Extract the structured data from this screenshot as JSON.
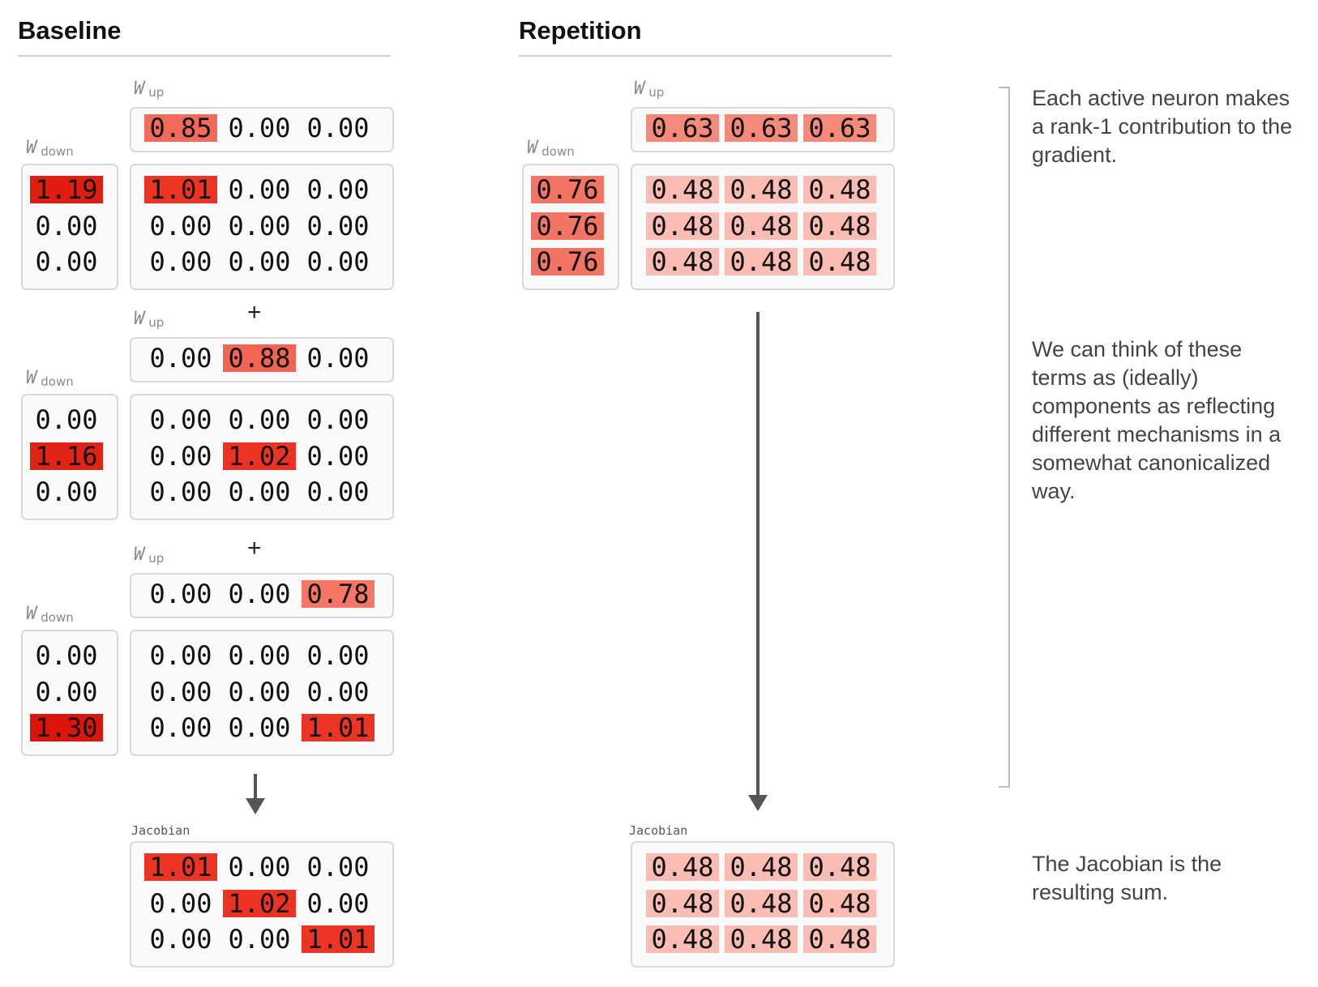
{
  "baseline": {
    "title": "Baseline",
    "terms": [
      {
        "w_up": [
          "0.85",
          "0.00",
          "0.00"
        ],
        "w_up_colors": [
          "#f26a5a",
          "",
          ""
        ],
        "w_down": [
          "1.19",
          "0.00",
          "0.00"
        ],
        "w_down_colors": [
          "#dd1e10",
          "",
          ""
        ],
        "product": [
          [
            "1.01",
            "0.00",
            "0.00"
          ],
          [
            "0.00",
            "0.00",
            "0.00"
          ],
          [
            "0.00",
            "0.00",
            "0.00"
          ]
        ],
        "product_colors": [
          [
            "#ec3424",
            "",
            ""
          ],
          [
            "",
            "",
            ""
          ],
          [
            "",
            "",
            ""
          ]
        ]
      },
      {
        "w_up": [
          "0.00",
          "0.88",
          "0.00"
        ],
        "w_up_colors": [
          "",
          "#f26454",
          ""
        ],
        "w_down": [
          "0.00",
          "1.16",
          "0.00"
        ],
        "w_down_colors": [
          "",
          "#df2314",
          ""
        ],
        "product": [
          [
            "0.00",
            "0.00",
            "0.00"
          ],
          [
            "0.00",
            "1.02",
            "0.00"
          ],
          [
            "0.00",
            "0.00",
            "0.00"
          ]
        ],
        "product_colors": [
          [
            "",
            "",
            ""
          ],
          [
            "",
            "#ec3223",
            ""
          ],
          [
            "",
            "",
            ""
          ]
        ]
      },
      {
        "w_up": [
          "0.00",
          "0.00",
          "0.78"
        ],
        "w_up_colors": [
          "",
          "",
          "#f47663"
        ],
        "w_down": [
          "0.00",
          "0.00",
          "1.30"
        ],
        "w_down_colors": [
          "",
          "",
          "#d9150c"
        ],
        "product": [
          [
            "0.00",
            "0.00",
            "0.00"
          ],
          [
            "0.00",
            "0.00",
            "0.00"
          ],
          [
            "0.00",
            "0.00",
            "1.01"
          ]
        ],
        "product_colors": [
          [
            "",
            "",
            ""
          ],
          [
            "",
            "",
            ""
          ],
          [
            "",
            "",
            "#ec3424"
          ]
        ]
      }
    ],
    "plus": "+",
    "jacobian_label": "Jacobian",
    "jacobian": [
      [
        "1.01",
        "0.00",
        "0.00"
      ],
      [
        "0.00",
        "1.02",
        "0.00"
      ],
      [
        "0.00",
        "0.00",
        "1.01"
      ]
    ],
    "jacobian_colors": [
      [
        "#ec3424",
        "",
        ""
      ],
      [
        "",
        "#ec3223",
        ""
      ],
      [
        "",
        "",
        "#ec3424"
      ]
    ]
  },
  "repetition": {
    "title": "Repetition",
    "w_up": [
      "0.63",
      "0.63",
      "0.63"
    ],
    "w_up_colors": [
      "#f7897a",
      "#f7897a",
      "#f7897a"
    ],
    "w_down": [
      "0.76",
      "0.76",
      "0.76"
    ],
    "w_down_colors": [
      "#f47563",
      "#f47563",
      "#f47563"
    ],
    "product": [
      [
        "0.48",
        "0.48",
        "0.48"
      ],
      [
        "0.48",
        "0.48",
        "0.48"
      ],
      [
        "0.48",
        "0.48",
        "0.48"
      ]
    ],
    "product_color": "#fbbcb3",
    "jacobian_label": "Jacobian",
    "jacobian": [
      [
        "0.48",
        "0.48",
        "0.48"
      ],
      [
        "0.48",
        "0.48",
        "0.48"
      ],
      [
        "0.48",
        "0.48",
        "0.48"
      ]
    ],
    "jacobian_color": "#fbbcb3"
  },
  "labels": {
    "w": "W",
    "up": "up",
    "down": "down"
  },
  "notes": [
    "Each active neuron makes a rank-1 contribution to the gradient.",
    "We can think of these terms as (ideally) components as reflecting different mechanisms in a somewhat canonicalized way.",
    "The Jacobian is the resulting sum."
  ]
}
